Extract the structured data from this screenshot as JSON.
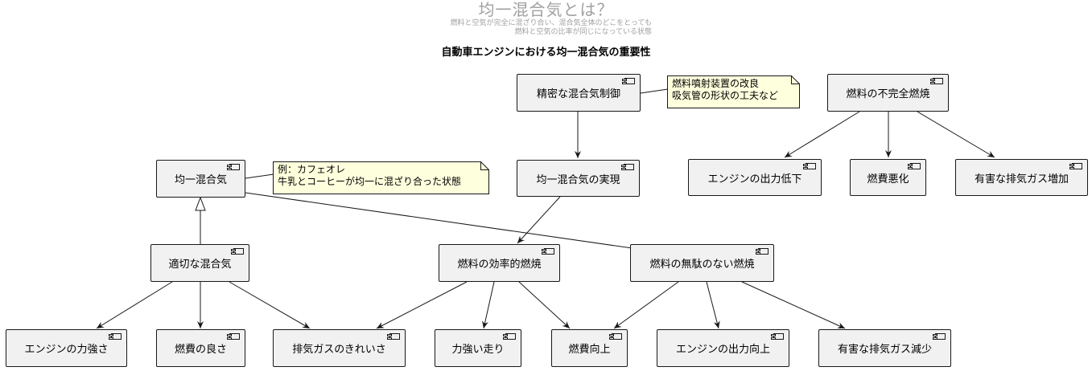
{
  "title": "均一混合気とは？",
  "subtitle_lines": [
    "燃料と空気が完全に混ざり合い、混合気全体のどこをとっても",
    "燃料と空気の比率が同じになっている状態"
  ],
  "heading": "自動車エンジンにおける均一混合気の重要性",
  "nodes": {
    "precise_control": "精密な混合気制御",
    "incomplete_combustion": "燃料の不完全燃焼",
    "homogeneous": "均一混合気",
    "realization": "均一混合気の実現",
    "output_down": "エンジンの出力低下",
    "fuel_worse": "燃費悪化",
    "exhaust_up": "有害な排気ガス増加",
    "proper_mixture": "適切な混合気",
    "efficient_combustion": "燃料の効率的燃焼",
    "no_waste_combustion": "燃料の無駄のない燃焼",
    "engine_power": "エンジンの力強さ",
    "good_fuel": "燃費の良さ",
    "clean_exhaust": "排気ガスのきれいさ",
    "powerful_run": "力強い走り",
    "fuel_up": "燃費向上",
    "output_up": "エンジンの出力向上",
    "exhaust_down": "有害な排気ガス減少"
  },
  "notes": {
    "control_note": [
      "燃料噴射装置の改良",
      "吸気管の形状の工夫など"
    ],
    "example_note": [
      "例：カフェオレ",
      "牛乳とコーヒーが均一に混ざり合った状態"
    ]
  },
  "colors": {
    "node_fill": "#f1f1f1",
    "node_border": "#181818",
    "note_fill": "#feffdd",
    "title_gray": "#a0a0a0"
  }
}
